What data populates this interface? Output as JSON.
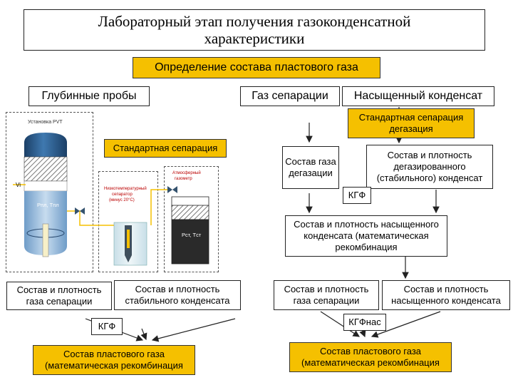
{
  "title": "Лабораторный этап получения газоконденсатной характеристики",
  "main_box": "Определение состава пластового газа",
  "branches": {
    "deep_samples": "Глубинные пробы",
    "separation_gas": "Газ сепарации",
    "saturated_condensate": "Насыщенный конденсат"
  },
  "left": {
    "standard_separation": "Стандартная сепарация",
    "pvt_label": "Установка PVT",
    "vi_label": "Vi",
    "p_t_label": "Pпл, Tпл",
    "separator_label": "Низкотемпературный сепаратор (минус 20°С)",
    "gasometer_label": "Атмосферный газометр",
    "gas_composition": "Состав и плотность газа сепарации",
    "stable_condensate": "Состав и плотность стабильного конденсата",
    "kgf": "КГФ",
    "result": "Состав пластового газа (математическая рекомбинация"
  },
  "right": {
    "std_sep_degas": "Стандартная сепарация дегазация",
    "degas_gas": "Состав газа дегазации",
    "degas_condensate": "Состав и плотность дегазированного (стабильного) конденсат",
    "kgf": "КГФ",
    "saturated_comp": "Состав и плотность насыщенного конденсата (математическая рекомбинация",
    "gas_composition": "Состав и плотность газа сепарации",
    "saturated_condensate": "Состав и плотность насыщенного конденсата",
    "kgf_sat": "КГФнас",
    "result": "Состав пластового газа (математическая рекомбинация"
  },
  "colors": {
    "accent": "#f5c000",
    "cylinder": "#1e4a72",
    "line": "#222222"
  }
}
